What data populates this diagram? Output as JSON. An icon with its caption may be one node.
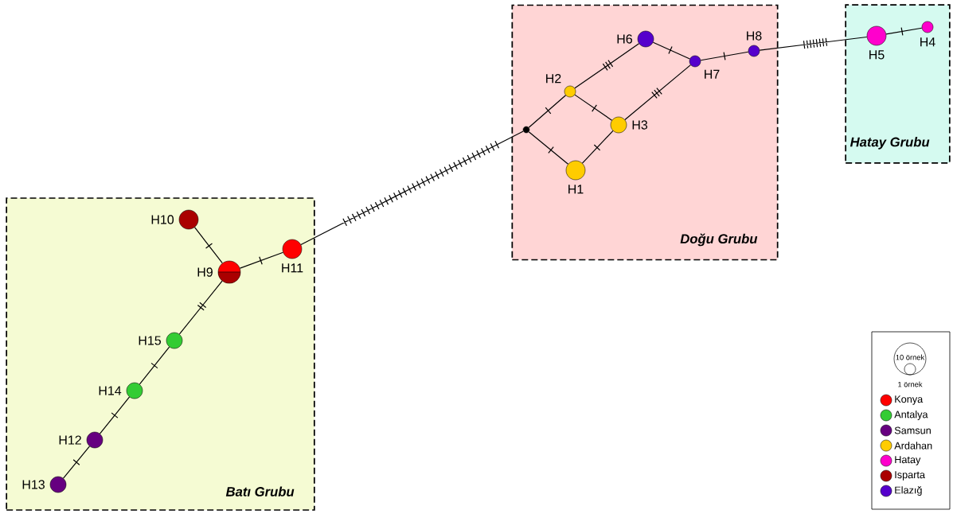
{
  "diagram": {
    "nodes": [
      {
        "text": [
          "Doğu Grubu"
        ]
      },
      {
        "text": [
          "H1"
        ],
        "in": 0
      },
      {
        "text": [
          "H2"
        ],
        "in": 0
      },
      {
        "text": [
          "H3"
        ],
        "in": 0
      },
      {
        "text": [
          "H6"
        ],
        "in": 0
      },
      {
        "text": [
          "H7"
        ],
        "in": 0
      },
      {
        "text": [
          "H8"
        ],
        "in": 0
      },
      {
        "text": [],
        "shape": "circle",
        "in": 0
      },
      {
        "text": [
          "Hatay Grubu"
        ]
      },
      {
        "text": [
          "H5"
        ],
        "in": 8
      },
      {
        "text": [
          "H4"
        ],
        "in": 8
      },
      {
        "text": [
          "Batı Grubu"
        ]
      },
      {
        "text": [
          "H10"
        ],
        "in": 11
      },
      {
        "text": [
          "H9"
        ],
        "in": 11
      },
      {
        "text": [
          "H11"
        ],
        "in": 11
      },
      {
        "text": [
          "H15"
        ],
        "in": 11
      },
      {
        "text": [
          "H14"
        ],
        "in": 11
      },
      {
        "text": [
          "H12"
        ],
        "in": 11
      },
      {
        "text": [
          "H13"
        ],
        "in": 11
      }
    ],
    "edges": [
      {
        "from": 7,
        "to": 2,
        "arrow": "none"
      },
      {
        "from": 7,
        "to": 1,
        "arrow": "none"
      },
      {
        "from": 2,
        "to": 3,
        "arrow": "none"
      },
      {
        "from": 1,
        "to": 3,
        "arrow": "none"
      },
      {
        "from": 2,
        "to": 4,
        "arrow": "none"
      },
      {
        "from": 3,
        "to": 5,
        "arrow": "none"
      },
      {
        "from": 4,
        "to": 5,
        "arrow": "none"
      },
      {
        "from": 5,
        "to": 6,
        "arrow": "none"
      },
      {
        "from": 6,
        "to": 9,
        "arrow": "none"
      },
      {
        "from": 9,
        "to": 10,
        "arrow": "none"
      },
      {
        "from": 14,
        "to": 7,
        "arrow": "none"
      },
      {
        "from": 13,
        "to": 12,
        "arrow": "none"
      },
      {
        "from": 13,
        "to": 14,
        "arrow": "none"
      },
      {
        "from": 13,
        "to": 15,
        "arrow": "none"
      },
      {
        "from": 15,
        "to": 16,
        "arrow": "none"
      },
      {
        "from": 16,
        "to": 17,
        "arrow": "none"
      },
      {
        "from": 17,
        "to": 18,
        "arrow": "none"
      }
    ],
    "legend": [
      {
        "text": "10 örnek"
      },
      {
        "text": "1 örnek"
      },
      {
        "text": "Konya",
        "color": "#ff0000"
      },
      {
        "text": "Antalya",
        "color": "#33cc33"
      },
      {
        "text": "Samsun",
        "color": "#660080"
      },
      {
        "text": "Ardahan",
        "color": "#ffcc00"
      },
      {
        "text": "Hatay",
        "color": "#ff00cc"
      },
      {
        "text": "Isparta",
        "color": "#aa0000"
      },
      {
        "text": "Elazığ",
        "color": "#5500cc"
      }
    ]
  }
}
